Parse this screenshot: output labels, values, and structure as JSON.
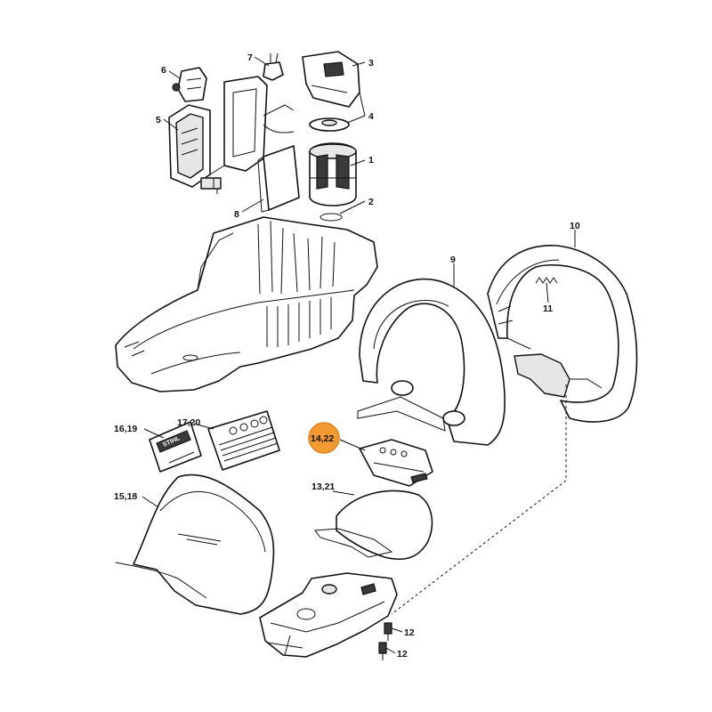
{
  "diagram": {
    "highlight_color": "#f39a32",
    "callouts": [
      {
        "id": "c1",
        "label": "1"
      },
      {
        "id": "c2",
        "label": "2"
      },
      {
        "id": "c3",
        "label": "3"
      },
      {
        "id": "c4",
        "label": "4"
      },
      {
        "id": "c5",
        "label": "5"
      },
      {
        "id": "c6",
        "label": "6"
      },
      {
        "id": "c7",
        "label": "7"
      },
      {
        "id": "c8",
        "label": "8"
      },
      {
        "id": "c9",
        "label": "9"
      },
      {
        "id": "c10",
        "label": "10"
      },
      {
        "id": "c11",
        "label": "11"
      },
      {
        "id": "c12a",
        "label": "12"
      },
      {
        "id": "c12b",
        "label": "12"
      },
      {
        "id": "c13",
        "label": "13,21"
      },
      {
        "id": "c14",
        "label": "14,22",
        "highlighted": true
      },
      {
        "id": "c15",
        "label": "15,18"
      },
      {
        "id": "c16",
        "label": "16,19"
      },
      {
        "id": "c17",
        "label": "17,20"
      }
    ],
    "decal_brand": "STIHL"
  }
}
